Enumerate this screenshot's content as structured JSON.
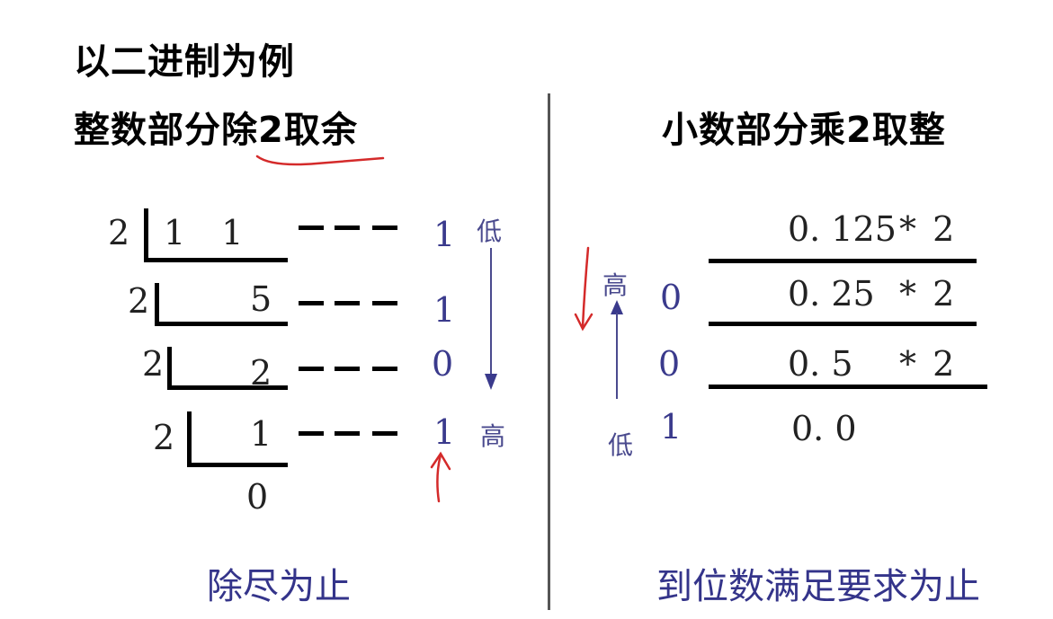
{
  "header": {
    "title": "以二进制为例",
    "left_subtitle": "整数部分除2取余",
    "right_subtitle": "小数部分乘2取整"
  },
  "integer_part": {
    "divisor": "2",
    "steps": [
      {
        "divisor": "2",
        "dividend": "1 1",
        "remainder": "1"
      },
      {
        "divisor": "2",
        "dividend": "5",
        "remainder": "1"
      },
      {
        "divisor": "2",
        "dividend": "2",
        "remainder": "0"
      },
      {
        "divisor": "2",
        "dividend": "1",
        "remainder": "1"
      }
    ],
    "final_quotient": "0",
    "dash": "- - -",
    "order_low": "低",
    "order_high": "高",
    "footer": "除尽为止"
  },
  "fractional_part": {
    "steps": [
      {
        "value": "0. 125",
        "op": "* 2",
        "digit": ""
      },
      {
        "value": "0. 25",
        "op": "* 2",
        "digit": "0"
      },
      {
        "value": "0. 5",
        "op": "* 2",
        "digit": "0"
      },
      {
        "value": "0. 0",
        "op": "",
        "digit": "1"
      }
    ],
    "order_high": "高",
    "order_low": "低",
    "footer": "到位数满足要求为止"
  },
  "colors": {
    "text": "#000000",
    "blue": "#3a3a8c",
    "annotation_red": "#d42a2a",
    "divider": "#555555"
  }
}
